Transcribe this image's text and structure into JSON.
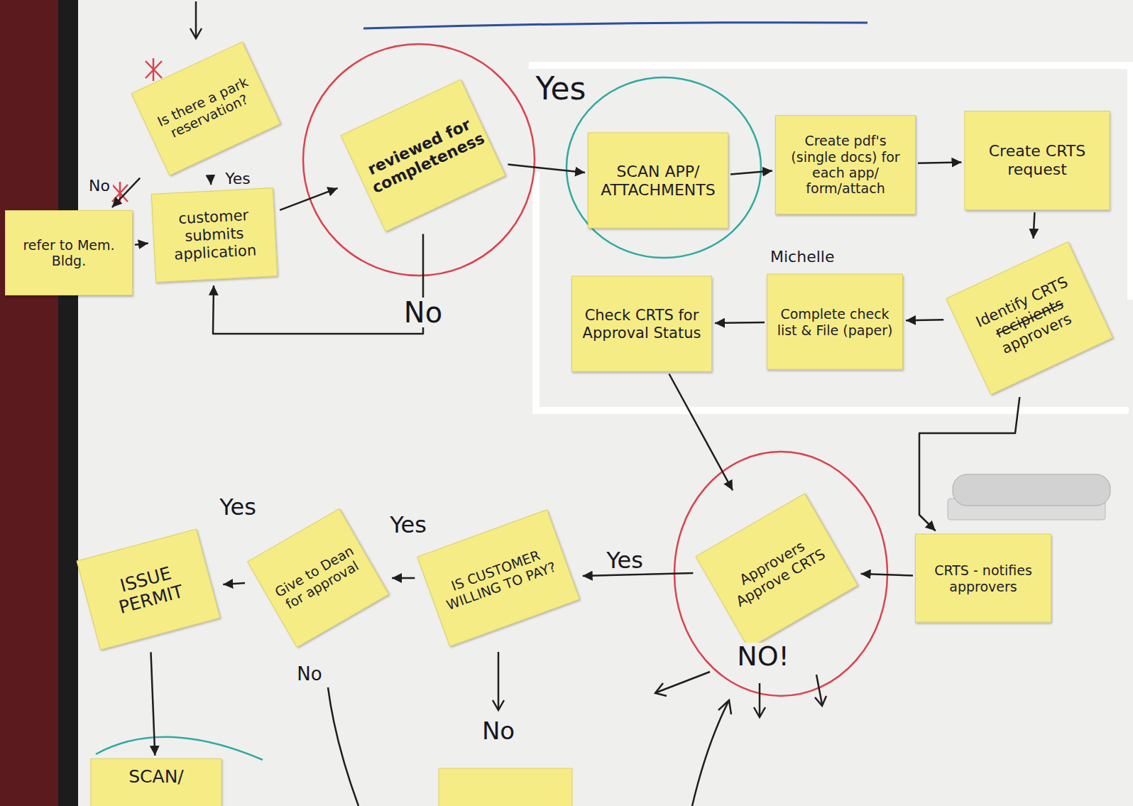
{
  "diagram": {
    "nodes": [
      {
        "text": [
          "Is there a park reservation?"
        ]
      },
      {
        "text": [
          "refer to Mem. Bldg."
        ]
      },
      {
        "text": [
          "customer submits application"
        ]
      },
      {
        "text": [
          "reviewed for completeness"
        ]
      },
      {
        "text": [
          "SCAN APP/ ATTACHMENTS"
        ]
      },
      {
        "text": [
          "Create pdf's (single docs) for each app/ form/attach"
        ]
      },
      {
        "text": [
          "Create CRTS request"
        ]
      },
      {
        "text": [
          "Identify CRTS",
          "recipients",
          "approvers"
        ]
      },
      {
        "text": [
          "Michelle",
          "Complete check list & File (paper)"
        ]
      },
      {
        "text": [
          "Check CRTS for Approval Status"
        ]
      },
      {
        "text": [
          "CRTS - notifies approvers"
        ]
      },
      {
        "text": [
          "Approvers Approve CRTS"
        ]
      },
      {
        "text": [
          "IS CUSTOMER WILLING TO PAY?"
        ]
      },
      {
        "text": [
          "Give to Dean for approval"
        ]
      },
      {
        "text": [
          "ISSUE PERMIT"
        ]
      },
      {
        "text": [
          "SCAN/"
        ]
      }
    ],
    "edges": [
      {
        "from": 0,
        "to": 2,
        "label": "Yes",
        "arrow": "to"
      },
      {
        "from": 0,
        "to": 1,
        "label": "No",
        "arrow": "to"
      },
      {
        "from": 1,
        "to": 2,
        "arrow": "to"
      },
      {
        "from": 2,
        "to": 3,
        "arrow": "to"
      },
      {
        "from": 3,
        "to": 2,
        "label": "No",
        "arrow": "to"
      },
      {
        "from": 3,
        "to": 4,
        "label": "Yes",
        "arrow": "to"
      },
      {
        "from": 4,
        "to": 5,
        "arrow": "to"
      },
      {
        "from": 5,
        "to": 6,
        "arrow": "to"
      },
      {
        "from": 6,
        "to": 7,
        "arrow": "to"
      },
      {
        "from": 7,
        "to": 8,
        "arrow": "to"
      },
      {
        "from": 8,
        "to": 9,
        "arrow": "to"
      },
      {
        "from": 7,
        "to": 10,
        "arrow": "to"
      },
      {
        "from": 10,
        "to": 11,
        "arrow": "to"
      },
      {
        "from": 9,
        "to": 11,
        "arrow": "to"
      },
      {
        "from": 11,
        "to": 12,
        "label": "Yes",
        "arrow": "to"
      },
      {
        "from": 12,
        "to": 13,
        "label": "Yes",
        "arrow": "to"
      },
      {
        "from": 13,
        "to": 14,
        "label": "Yes",
        "arrow": "to"
      },
      {
        "from": 14,
        "to": 15,
        "arrow": "to"
      }
    ],
    "labels": [
      "No",
      "No",
      "NO!"
    ]
  }
}
